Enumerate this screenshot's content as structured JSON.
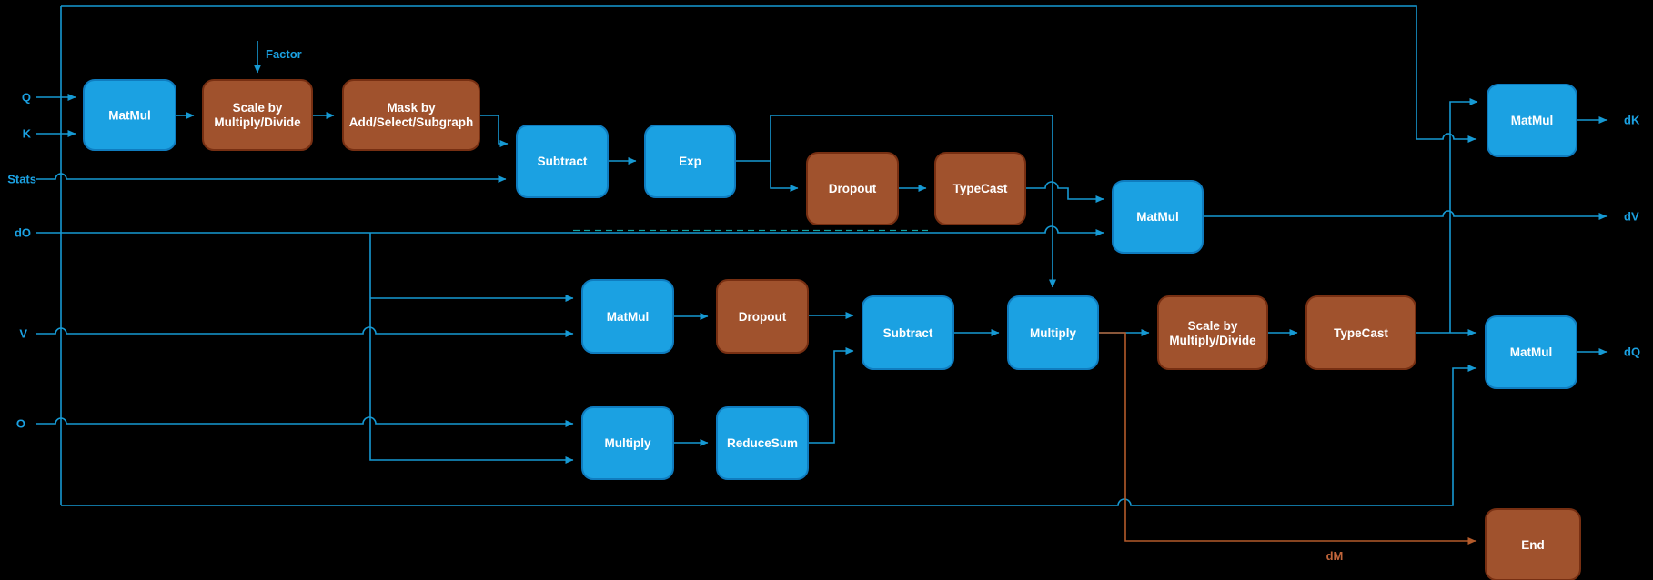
{
  "diagram": {
    "type": "flowchart",
    "background": "#000000",
    "description": "Attention backward-pass computation graph with operation nodes and gradient outputs"
  },
  "colors": {
    "edge_blue": "#1699D3",
    "edge_orange": "#B45B2B",
    "node_blue_fill": "#1BA1E2",
    "node_blue_stroke": "#0F7CBF",
    "node_brown_fill": "#A0522D",
    "node_brown_stroke": "#772F12",
    "node_text": "#FFFFFF",
    "input_label_blue": "#1BA1E2",
    "dm_label_orange": "#C1653A",
    "selection_highlight": "#19C2C2"
  },
  "io": {
    "inputs": [
      {
        "label": "Q"
      },
      {
        "label": "K"
      },
      {
        "label": "Stats"
      },
      {
        "label": "dO"
      },
      {
        "label": "V"
      },
      {
        "label": "O"
      }
    ],
    "outputs": [
      {
        "label": "dK"
      },
      {
        "label": "dV"
      },
      {
        "label": "dQ"
      },
      {
        "label": "dM"
      }
    ],
    "factor": "Factor"
  },
  "nodes": {
    "matmul_qk": {
      "label": "MatMul",
      "color": "blue"
    },
    "scale1": {
      "lines": [
        "Scale by",
        "Multiply/Divide"
      ],
      "color": "brown"
    },
    "mask": {
      "lines": [
        "Mask by",
        "Add/Select/Subgraph"
      ],
      "color": "brown"
    },
    "subtract1": {
      "label": "Subtract",
      "color": "blue"
    },
    "exp": {
      "label": "Exp",
      "color": "blue"
    },
    "dropout1": {
      "label": "Dropout",
      "color": "brown"
    },
    "typecast1": {
      "label": "TypeCast",
      "color": "brown"
    },
    "matmul_dv": {
      "label": "MatMul",
      "color": "blue"
    },
    "matmul2": {
      "label": "MatMul",
      "color": "blue"
    },
    "dropout2": {
      "label": "Dropout",
      "color": "brown"
    },
    "subtract2": {
      "label": "Subtract",
      "color": "blue"
    },
    "multiply_main": {
      "label": "Multiply",
      "color": "blue"
    },
    "scale2": {
      "lines": [
        "Scale by",
        "Multiply/Divide"
      ],
      "color": "brown"
    },
    "typecast2": {
      "label": "TypeCast",
      "color": "brown"
    },
    "matmul_dq": {
      "label": "MatMul",
      "color": "blue"
    },
    "matmul_dk": {
      "label": "MatMul",
      "color": "blue"
    },
    "multiply3": {
      "label": "Multiply",
      "color": "blue"
    },
    "reducesum": {
      "label": "ReduceSum",
      "color": "blue"
    },
    "end": {
      "label": "End",
      "color": "brown"
    }
  },
  "edges": [
    {
      "from": "Q",
      "to": "MatMul (Q,K)"
    },
    {
      "from": "K",
      "to": "MatMul (Q,K)"
    },
    {
      "from": "MatMul (Q,K)",
      "to": "Scale by Multiply/Divide"
    },
    {
      "from": "Factor",
      "to": "Scale by Multiply/Divide"
    },
    {
      "from": "Scale by Multiply/Divide",
      "to": "Mask by Add/Select/Subgraph"
    },
    {
      "from": "Mask by Add/Select/Subgraph",
      "to": "Subtract"
    },
    {
      "from": "Stats",
      "to": "Subtract"
    },
    {
      "from": "Subtract",
      "to": "Exp"
    },
    {
      "from": "Exp",
      "to": "Dropout"
    },
    {
      "from": "Exp",
      "to": "Multiply"
    },
    {
      "from": "Dropout",
      "to": "TypeCast"
    },
    {
      "from": "TypeCast",
      "to": "MatMul (dV)"
    },
    {
      "from": "dO",
      "to": "MatMul (dV)"
    },
    {
      "from": "dO",
      "to": "MatMul (dO,V)"
    },
    {
      "from": "V",
      "to": "MatMul (dO,V)"
    },
    {
      "from": "dO",
      "to": "Multiply (dO,O)"
    },
    {
      "from": "O",
      "to": "Multiply (dO,O)"
    },
    {
      "from": "MatMul (dO,V)",
      "to": "Dropout 2"
    },
    {
      "from": "Dropout 2",
      "to": "Subtract 2"
    },
    {
      "from": "Multiply (dO,O)",
      "to": "ReduceSum"
    },
    {
      "from": "ReduceSum",
      "to": "Subtract 2"
    },
    {
      "from": "Subtract 2",
      "to": "Multiply"
    },
    {
      "from": "Multiply",
      "to": "Scale by Multiply/Divide 2"
    },
    {
      "from": "Multiply",
      "to": "End",
      "label": "dM"
    },
    {
      "from": "Scale by Multiply/Divide 2",
      "to": "TypeCast 2"
    },
    {
      "from": "TypeCast 2",
      "to": "MatMul (dQ)"
    },
    {
      "from": "TypeCast 2",
      "to": "MatMul (dK)"
    },
    {
      "from": "Q",
      "to": "MatMul (dK)"
    },
    {
      "from": "K",
      "to": "MatMul (dQ)"
    },
    {
      "from": "MatMul (dK)",
      "to": "dK"
    },
    {
      "from": "MatMul (dV)",
      "to": "dV"
    },
    {
      "from": "MatMul (dQ)",
      "to": "dQ"
    }
  ],
  "selection": {
    "highlighted_edge": "dO line",
    "color": "#19C2C2"
  }
}
